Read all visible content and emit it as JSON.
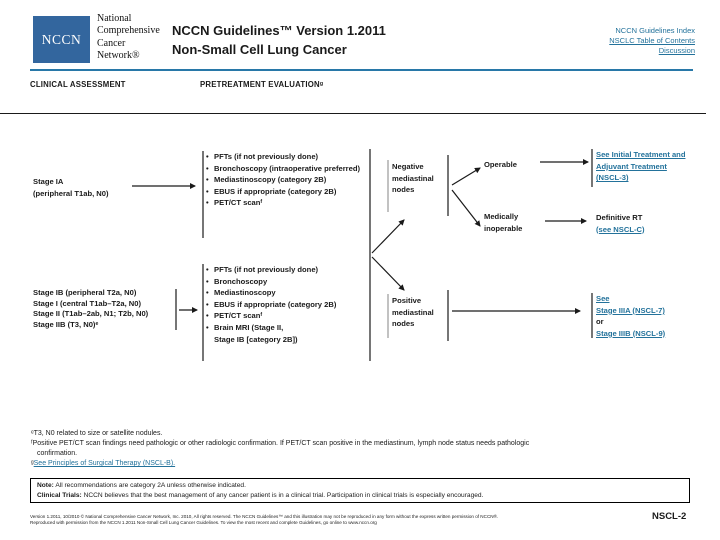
{
  "header": {
    "logo": "NCCN",
    "org": {
      "l1": "National",
      "l2": "Comprehensive",
      "l3": "Cancer",
      "l4": "Network®"
    },
    "title1": "NCCN Guidelines™ Version 1.2011",
    "title2": "Non-Small Cell Lung Cancer",
    "links": {
      "index": "NCCN Guidelines Index",
      "toc": "NSCLC Table of Contents",
      "discussion": "Discussion"
    }
  },
  "columns": {
    "clinical": "CLINICAL ASSESSMENT",
    "pretreatment": "PRETREATMENT EVALUATIONᵍ"
  },
  "flow": {
    "stage_ia_1": "Stage IA",
    "stage_ia_2": "(peripheral T1ab, N0)",
    "stage_group": {
      "l1": "Stage IB (peripheral T2a, N0)",
      "l2": "Stage I (central T1ab–T2a, N0)",
      "l3": "Stage II (T1ab–2ab, N1; T2b, N0)",
      "l4": "Stage IIB (T3, N0)ᵉ"
    },
    "eval1": {
      "items": [
        "PFTs (if not previously done)",
        "Bronchoscopy (intraoperative preferred)",
        "Mediastinoscopy (category 2B)",
        "EBUS if appropriate (category 2B)",
        "PET/CT scanᶠ"
      ]
    },
    "eval2": {
      "items": [
        "PFTs (if not previously done)",
        "Bronchoscopy",
        "Mediastinoscopy",
        "EBUS if appropriate (category 2B)",
        "PET/CT scanᶠ",
        "Brain MRI (Stage II,\nStage IB [category 2B])"
      ]
    },
    "negative_nodes": "Negative mediastinal nodes",
    "positive_nodes": "Positive mediastinal nodes",
    "operable": "Operable",
    "medically_inoperable": "Medically inoperable",
    "see_initial": "See Initial Treatment and Adjuvant Treatment (NSCL-3)",
    "definitive_rt": "Definitive RT",
    "definitive_rt_link": "(see NSCL-C)",
    "see": "See",
    "stage_iiia": "Stage IIIA (NSCL-7)",
    "or": "or",
    "stage_iiib": "Stage IIIB (NSCL-9)"
  },
  "footnotes": {
    "e": "ᵉT3, N0 related to size or satellite nodules.",
    "f1": "ᶠPositive PET/CT scan findings need pathologic or other radiologic confirmation. If PET/CT scan positive in the mediastinum, lymph node status needs pathologic",
    "f2": "confirmation.",
    "g_marker": "ᵍ",
    "g_link": "See Principles of Surgical Therapy (NSCL-B)."
  },
  "notes": {
    "l1_label": "Note:",
    "l1_text": "All recommendations are category 2A unless otherwise indicated.",
    "l2_label": "Clinical Trials:",
    "l2_text": "NCCN believes that the best management of any cancer patient is in a clinical trial. Participation in clinical trials is especially encouraged."
  },
  "footer": {
    "copy1": "Version 1.2011, 10/2010 © National Comprehensive Cancer Network, Inc. 2010, All rights reserved. The NCCN Guidelines™ and this illustration may not be reproduced in any form without the express written permission of NCCN®.",
    "copy2": "Reproduced with permission from the NCCN 1.2011 Non-Small Cell Lung Cancer Guidelines. To view the most recent and complete Guidelines, go online to www.nccn.org",
    "page": "NSCL-2"
  },
  "colors": {
    "link_blue": "#23729b",
    "logo_blue": "#33669e",
    "rule_blue": "#2878a8"
  }
}
